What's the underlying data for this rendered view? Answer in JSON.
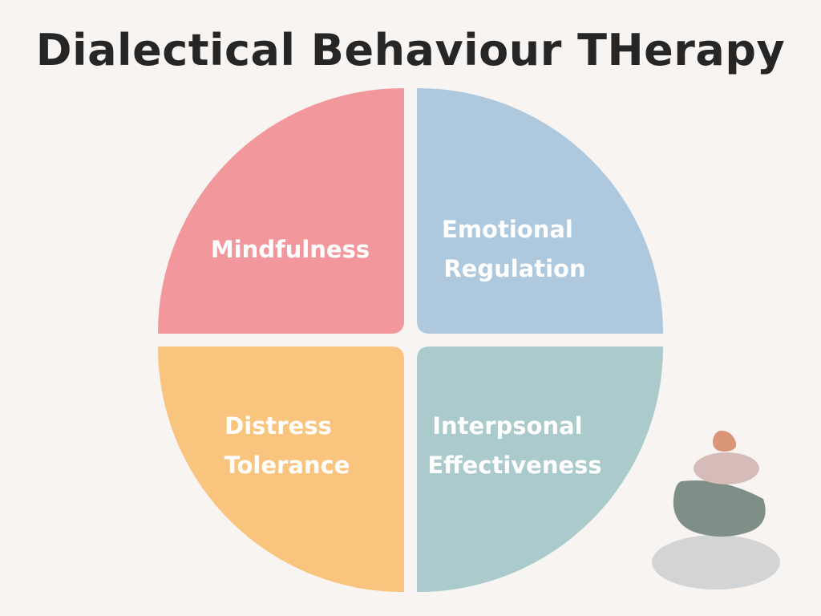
{
  "title": "Dialectical Behaviour THerapy",
  "colors": {
    "background": "#f8f4f1",
    "title_text": "#262626",
    "label_text": "#ffffff",
    "mindfulness": "#f2989d",
    "emotional_regulation": "#aec8dd",
    "distress_tolerance": "#f9c47d",
    "interpersonal_effectiveness": "#abcacc",
    "stone_top": "#d99576",
    "stone_upper": "#d5bcb8",
    "stone_middle": "#7f8e87",
    "stone_base": "#d3d4d6"
  },
  "quadrants": {
    "top_left": {
      "line1": "Mindfulness",
      "line2": ""
    },
    "top_right": {
      "line1": "Emotional",
      "line2": "Regulation"
    },
    "bottom_left": {
      "line1": "Distress",
      "line2": "Tolerance"
    },
    "bottom_right": {
      "line1": "Interpsonal",
      "line2": "Effectiveness"
    }
  },
  "decoration": {
    "icon": "balanced-stones-icon"
  }
}
